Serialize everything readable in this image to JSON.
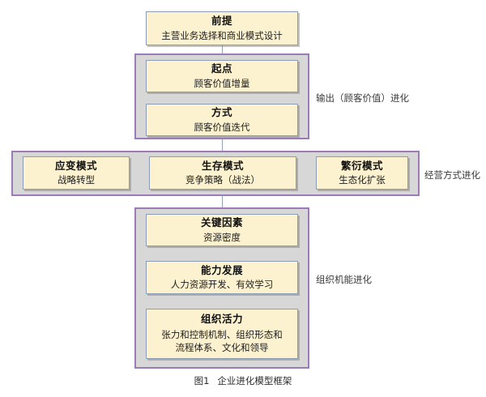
{
  "figure": {
    "caption_number": "图1",
    "caption_text": "企业进化模型框架"
  },
  "diagram": {
    "type": "hierarchy-framework",
    "premise": {
      "title": "前提",
      "subtitle": "主营业务选择和商业模式设计"
    },
    "groups": [
      {
        "id": "output-evolution",
        "side_label": "输出（顾客价值）进化",
        "nodes": [
          {
            "title": "起点",
            "subtitle": "顾客价值增量"
          },
          {
            "title": "方式",
            "subtitle": "顾客价值迭代"
          }
        ]
      },
      {
        "id": "operating-mode-evolution",
        "side_label": "经营方式进化",
        "nodes": [
          {
            "title": "应变模式",
            "subtitle": "战略转型"
          },
          {
            "title": "生存模式",
            "subtitle": "竞争策略（战法）"
          },
          {
            "title": "繁衍模式",
            "subtitle": "生态化扩张"
          }
        ]
      },
      {
        "id": "organizational-function-evolution",
        "side_label": "组织机能进化",
        "nodes": [
          {
            "title": "关键因素",
            "subtitle": "资源密度"
          },
          {
            "title": "能力发展",
            "subtitle": "人力资源开发、有效学习"
          },
          {
            "title": "组织活力",
            "subtitle_line1": "张力和控制机制、组织形态和",
            "subtitle_line2": "流程体系、文化和领导"
          }
        ]
      }
    ]
  },
  "colors": {
    "node_fill": "#fdf2cf",
    "node_border": "#8c9cb3",
    "group_border": "#9b7cb8",
    "group_fill": "#d7d7d7",
    "connector": "#8fa4bb"
  }
}
